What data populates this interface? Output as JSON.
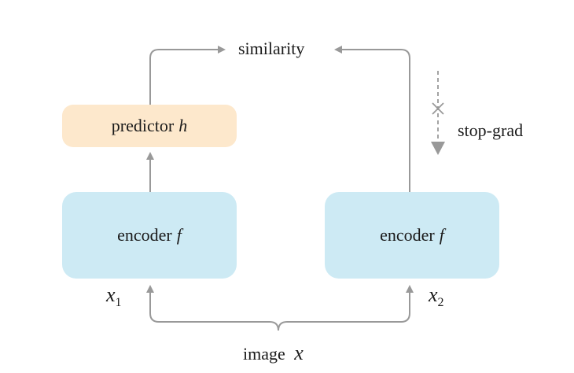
{
  "diagram": {
    "similarity_label": "similarity",
    "stopgrad_label": "stop-grad",
    "predictor": {
      "text": "predictor",
      "var": "h"
    },
    "encoder_left": {
      "text": "encoder",
      "var": "f"
    },
    "encoder_right": {
      "text": "encoder",
      "var": "f"
    },
    "input_left": {
      "var": "x",
      "sub": "1"
    },
    "input_right": {
      "var": "x",
      "sub": "2"
    },
    "image": {
      "text": "image",
      "var": "x"
    }
  },
  "colors": {
    "encoder_fill": "#cdeaf4",
    "predictor_fill": "#fde8cc",
    "arrow": "#999999"
  }
}
